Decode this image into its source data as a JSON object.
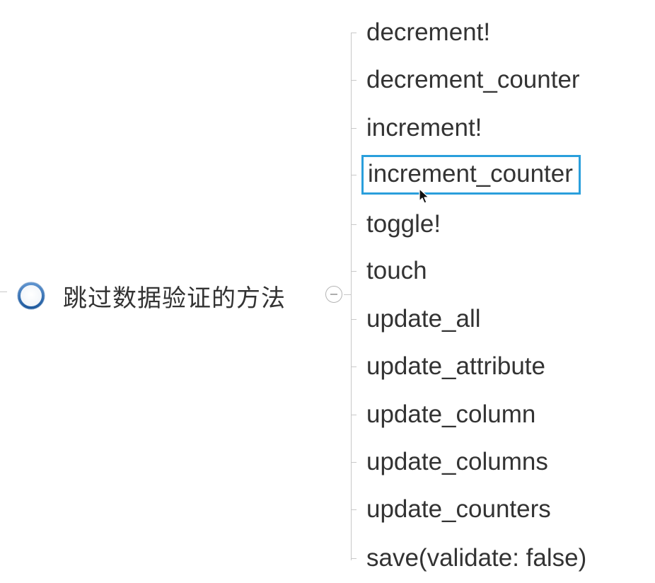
{
  "central_topic": {
    "label": "跳过数据验证的方法",
    "icon": "progress-circle-icon",
    "collapse_symbol": "−"
  },
  "branch_items": [
    {
      "label": "decrement!"
    },
    {
      "label": "decrement_counter"
    },
    {
      "label": "increment!"
    },
    {
      "label": "increment_counter",
      "selected": true
    },
    {
      "label": "toggle!"
    },
    {
      "label": "touch"
    },
    {
      "label": "update_all"
    },
    {
      "label": "update_attribute"
    },
    {
      "label": "update_column"
    },
    {
      "label": "update_columns"
    },
    {
      "label": "update_counters"
    },
    {
      "label": "save(validate: false)"
    }
  ],
  "colors": {
    "selection": "#2a9fdc",
    "connector": "#c8c8c8",
    "text": "#333333",
    "icon_ring": "#2f6fb6"
  }
}
